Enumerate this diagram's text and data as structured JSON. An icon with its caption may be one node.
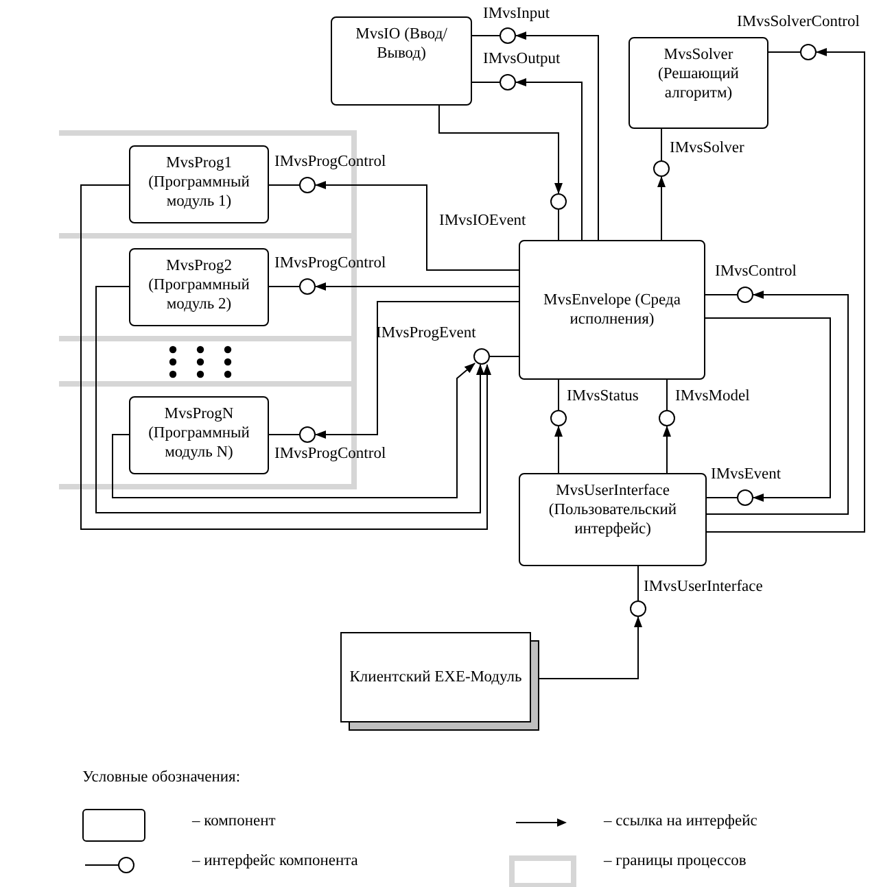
{
  "diagram": {
    "nodes": [
      {
        "text": [
          "MvsIO (Ввод/Вывод)"
        ]
      },
      {
        "text": [
          "MvsSolver (Решающий алгоритм)"
        ]
      },
      {
        "text": [
          "MvsProg1 (Программный модуль 1)"
        ]
      },
      {
        "text": [
          "MvsProg2 (Программный модуль 2)"
        ]
      },
      {
        "text": [
          "MvsProgN (Программный модуль N)"
        ]
      },
      {
        "text": [
          "MvsEnvelope (Среда исполнения)"
        ]
      },
      {
        "text": [
          "MvsUserInterface (Пользовательский интерфейс)"
        ]
      },
      {
        "text": [
          "Клиентский EXE-Модуль"
        ]
      },
      {
        "text": [
          "IMvsInput"
        ]
      },
      {
        "text": [
          "IMvsOutput"
        ]
      },
      {
        "text": [
          "IMvsIOEvent"
        ]
      },
      {
        "text": [
          "IMvsSolver"
        ]
      },
      {
        "text": [
          "IMvsSolverControl"
        ]
      },
      {
        "text": [
          "IMvsProgControl"
        ]
      },
      {
        "text": [
          "IMvsProgControl"
        ]
      },
      {
        "text": [
          "IMvsProgControl"
        ]
      },
      {
        "text": [
          "IMvsProgEvent"
        ]
      },
      {
        "text": [
          "IMvsControl"
        ]
      },
      {
        "text": [
          "IMvsStatus"
        ]
      },
      {
        "text": [
          "IMvsModel"
        ]
      },
      {
        "text": [
          "IMvsEvent"
        ]
      },
      {
        "text": [
          "IMvsUserInterface"
        ]
      }
    ],
    "edges": [
      {
        "from": 0,
        "to": 8,
        "arrow": "none"
      },
      {
        "from": 0,
        "to": 9,
        "arrow": "none"
      },
      {
        "from": 5,
        "to": 10,
        "arrow": "none"
      },
      {
        "from": 1,
        "to": 11,
        "arrow": "none"
      },
      {
        "from": 1,
        "to": 12,
        "arrow": "none"
      },
      {
        "from": 2,
        "to": 13,
        "arrow": "none"
      },
      {
        "from": 3,
        "to": 14,
        "arrow": "none"
      },
      {
        "from": 4,
        "to": 15,
        "arrow": "none"
      },
      {
        "from": 5,
        "to": 16,
        "arrow": "none"
      },
      {
        "from": 5,
        "to": 17,
        "arrow": "none"
      },
      {
        "from": 5,
        "to": 18,
        "arrow": "none"
      },
      {
        "from": 5,
        "to": 19,
        "arrow": "none"
      },
      {
        "from": 6,
        "to": 20,
        "arrow": "none"
      },
      {
        "from": 6,
        "to": 21,
        "arrow": "none"
      },
      {
        "from": 0,
        "to": 10,
        "arrow": "to"
      },
      {
        "from": 5,
        "to": 8,
        "arrow": "to"
      },
      {
        "from": 5,
        "to": 9,
        "arrow": "to"
      },
      {
        "from": 5,
        "to": 11,
        "arrow": "to"
      },
      {
        "from": 5,
        "to": 13,
        "arrow": "to"
      },
      {
        "from": 5,
        "to": 14,
        "arrow": "to"
      },
      {
        "from": 5,
        "to": 15,
        "arrow": "to"
      },
      {
        "from": 2,
        "to": 16,
        "arrow": "to"
      },
      {
        "from": 3,
        "to": 16,
        "arrow": "to"
      },
      {
        "from": 4,
        "to": 16,
        "arrow": "to"
      },
      {
        "from": 6,
        "to": 18,
        "arrow": "to"
      },
      {
        "from": 6,
        "to": 19,
        "arrow": "to"
      },
      {
        "from": 5,
        "to": 20,
        "arrow": "to"
      },
      {
        "from": 6,
        "to": 17,
        "arrow": "to"
      },
      {
        "from": 6,
        "to": 12,
        "arrow": "to"
      },
      {
        "from": 7,
        "to": 21,
        "arrow": "to"
      }
    ],
    "labels": [
      "Условные обозначения:"
    ],
    "legend": [
      {
        "text": "– компонент"
      },
      {
        "text": "– интерфейс компонента"
      },
      {
        "text": "– ссылка на интерфейс"
      },
      {
        "text": "– границы процессов"
      }
    ]
  }
}
